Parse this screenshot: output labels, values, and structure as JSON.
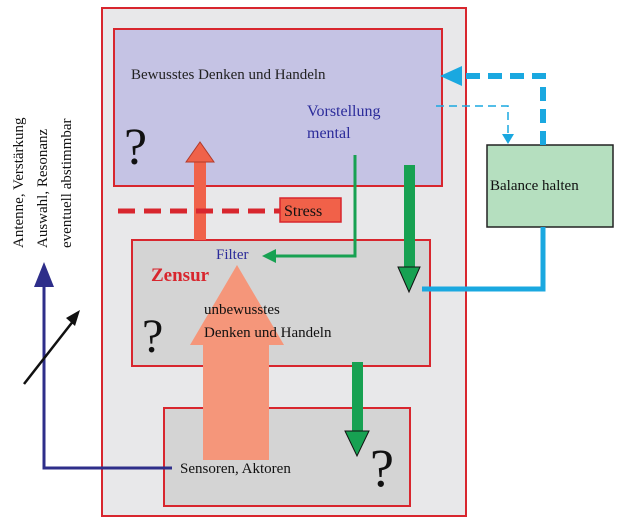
{
  "labels": {
    "conscious": "Bewusstes Denken und Handeln",
    "imagination_line1": "Vorstellung",
    "imagination_line2": "mental",
    "balance": "Balance halten",
    "stress": "Stress",
    "filter": "Filter",
    "censorship": "Zensur",
    "unconscious_line1": "unbewusstes",
    "unconscious_line2": "Denken und  Handeln",
    "sensors": "Sensoren,   Aktoren",
    "question_mark": "?",
    "antenna_line1": "Antenne,   Verstärkung",
    "antenna_line2": "Auswahl, Resonanz",
    "antenna_line3": "eventuell  abstimmbar"
  },
  "colors": {
    "outer_fill": "#e8e8ea",
    "outer_border": "#d8262e",
    "conscious_fill": "#c5c3e4",
    "gray_fill": "#d4d4d4",
    "balance_fill": "#b5dfbf",
    "stress_fill": "#f16149",
    "censor_arrow": "#f5967a",
    "up_arrow": "#f0624a",
    "green_arrow": "#17a152",
    "blue_arrow": "#1aa8e0",
    "navy_arrow": "#2e2e8a",
    "red_text": "#d8262e",
    "blue_text": "#2b2b9a"
  }
}
